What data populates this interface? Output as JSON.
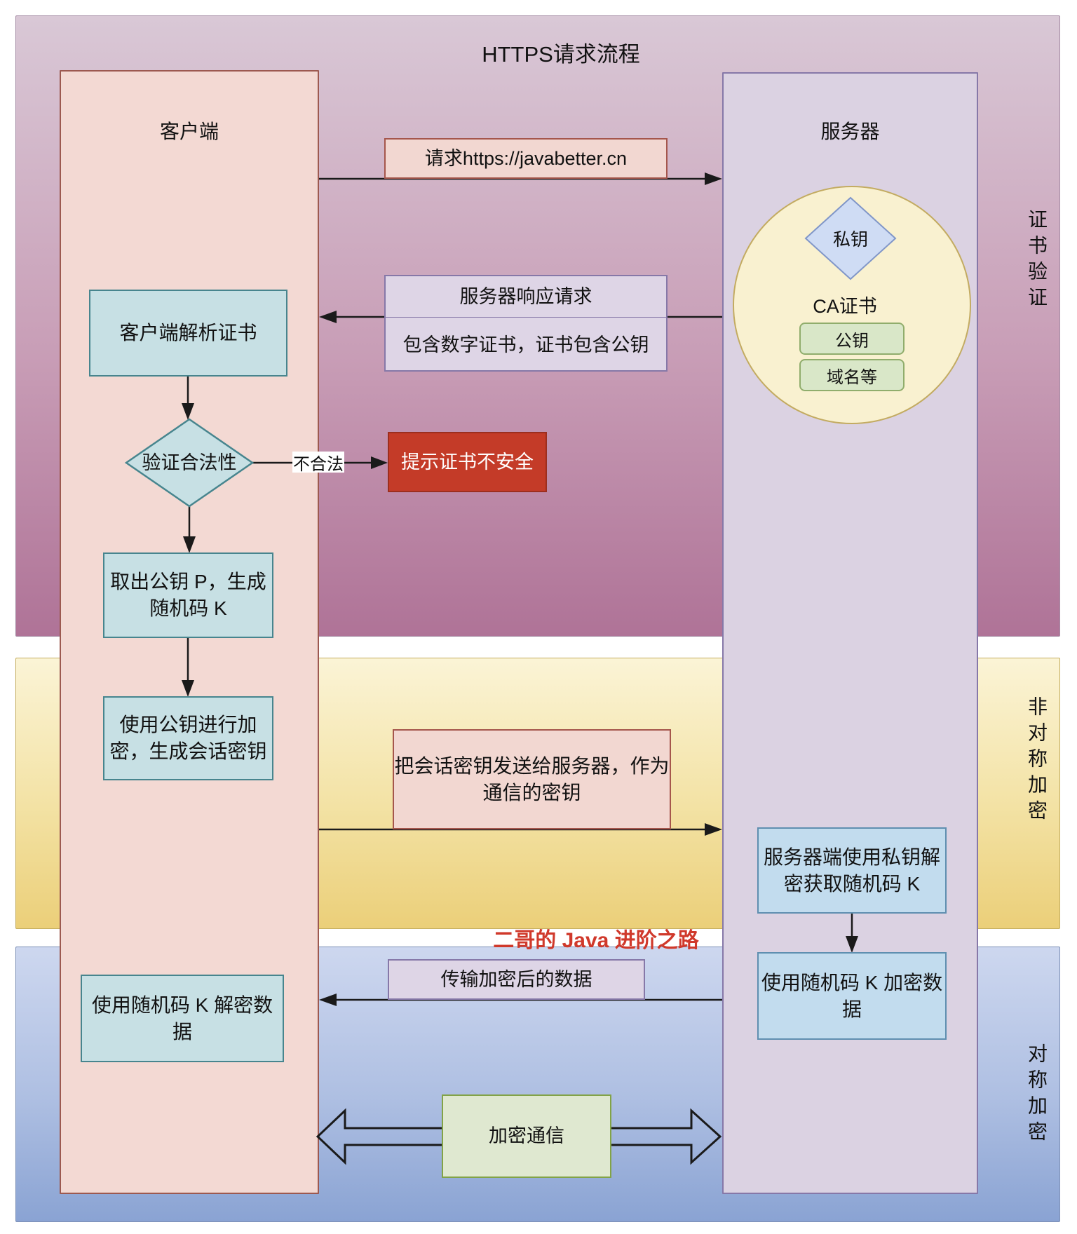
{
  "title": "HTTPS请求流程",
  "watermark": "二哥的 Java 进阶之路",
  "bands": {
    "cert_verify_label": "证书验证",
    "asym_label": "非对称加密",
    "sym_label": "对称加密"
  },
  "client": {
    "title": "客户端",
    "parse_cert": "客户端解析证书",
    "validate": "验证合法性",
    "invalid_label": "不合法",
    "extract_key": "取出公钥 P，生成\n随机码 K",
    "encrypt_with_pubkey": "使用公钥进行加\n密，生成会话密钥",
    "decrypt_with_k": "使用随机码 K 解密数\n据"
  },
  "server": {
    "title": "服务器",
    "private_key": "私钥",
    "ca_cert": "CA证书",
    "public_key": "公钥",
    "domain": "域名等",
    "decrypt_with_private_key": "服务器端使用私钥解\n密获取随机码 K",
    "encrypt_with_k": "使用随机码 K 加密数\n据"
  },
  "messages": {
    "request": "请求https://javabetter.cn",
    "response_title": "服务器响应请求",
    "response_detail": "包含数字证书，证书包含公钥",
    "cert_unsafe": "提示证书不安全",
    "send_session_key": "把会话密钥发送给服务器，作为\n通信的密钥",
    "transmit_encrypted": "传输加密后的数据",
    "encrypted_comm": "加密通信"
  },
  "colors": {
    "band_cert_top": "#d9c8d6",
    "band_cert_bottom": "#af7397",
    "band_asym_top": "#fbf4d6",
    "band_asym_bottom": "#ebcf79",
    "band_sym_top": "#cdd7ef",
    "band_sym_bottom": "#8aa3d3",
    "client_fill": "#f3d9d3",
    "client_border": "#9c5950",
    "server_fill": "#dbd2e2",
    "server_border": "#8678a8",
    "teal_fill": "#c7e0e4",
    "teal_border": "#47858e",
    "blue_fill": "#c2dcee",
    "red_fill": "#c43b28",
    "green_fill": "#dfe8d0",
    "circle_fill": "#f9f1d0",
    "pill_fill": "#d9e7c8",
    "diamond_fill": "#cfdcf4",
    "watermark_red": "#d0392b",
    "arrow_black": "#1a1a1a"
  }
}
